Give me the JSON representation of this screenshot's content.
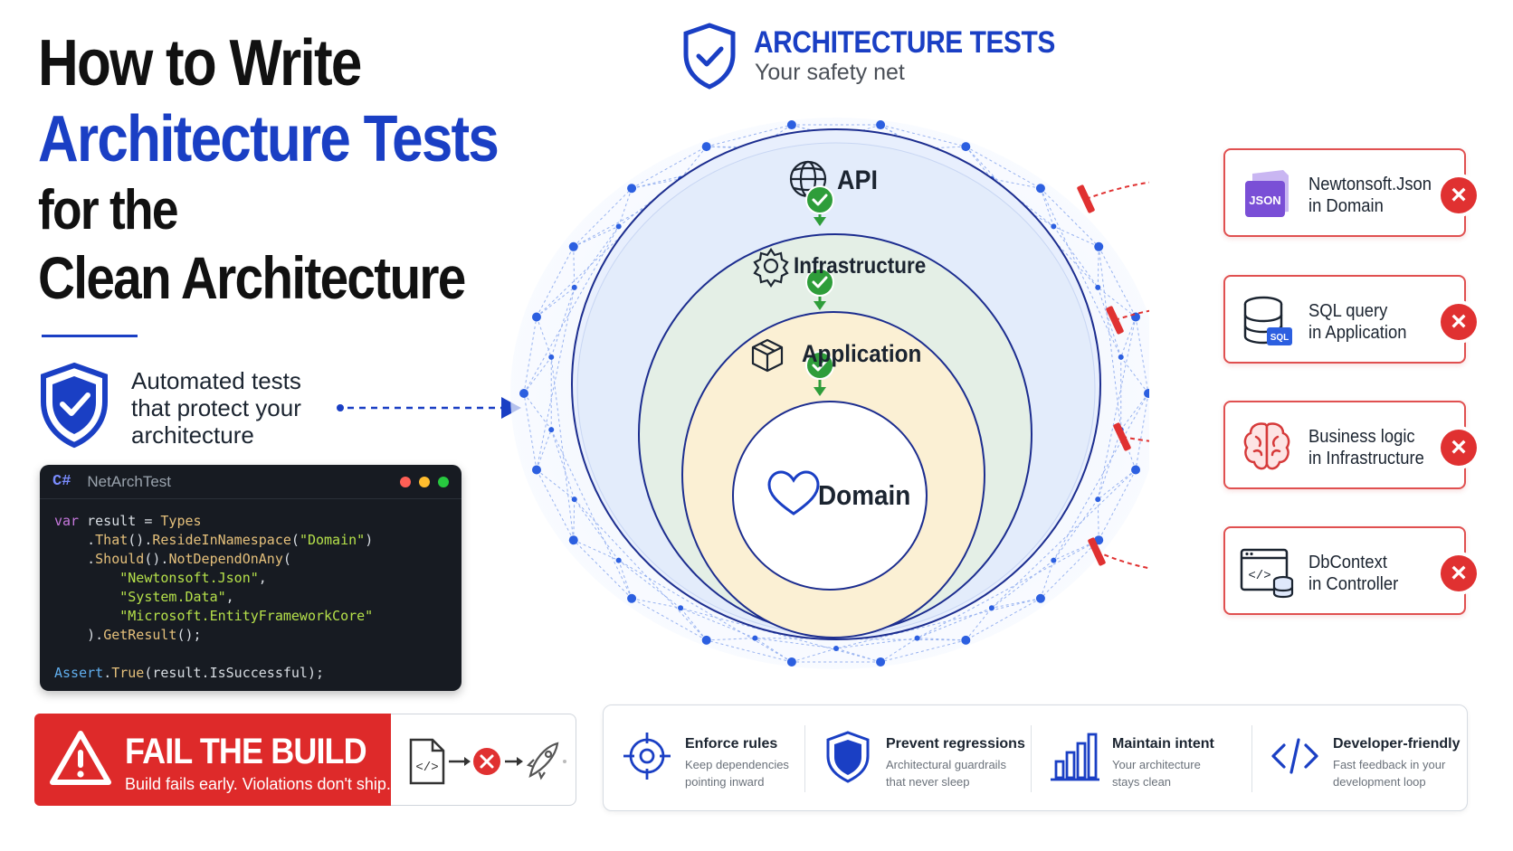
{
  "title": {
    "line1": "How to Write",
    "line2": "Architecture Tests",
    "line3": "for the",
    "line4": "Clean Architecture"
  },
  "intro": {
    "line1": "Automated tests",
    "line2": "that protect your",
    "line3": "architecture"
  },
  "code": {
    "language": "C#",
    "title": "NetArchTest",
    "lines": [
      {
        "parts": [
          {
            "c": "kw",
            "t": "var"
          },
          {
            "c": "",
            "t": " result = "
          },
          {
            "c": "fn",
            "t": "Types"
          }
        ]
      },
      {
        "parts": [
          {
            "c": "",
            "t": "    ."
          },
          {
            "c": "fn",
            "t": "That"
          },
          {
            "c": "",
            "t": "()."
          },
          {
            "c": "fn",
            "t": "ResideInNamespace"
          },
          {
            "c": "",
            "t": "("
          },
          {
            "c": "str",
            "t": "\"Domain\""
          },
          {
            "c": "",
            "t": ")"
          }
        ]
      },
      {
        "parts": [
          {
            "c": "",
            "t": "    ."
          },
          {
            "c": "fn",
            "t": "Should"
          },
          {
            "c": "",
            "t": "()."
          },
          {
            "c": "fn",
            "t": "NotDependOnAny"
          },
          {
            "c": "",
            "t": "("
          }
        ]
      },
      {
        "parts": [
          {
            "c": "",
            "t": "        "
          },
          {
            "c": "str",
            "t": "\"Newtonsoft.Json\""
          },
          {
            "c": "",
            "t": ","
          }
        ]
      },
      {
        "parts": [
          {
            "c": "",
            "t": "        "
          },
          {
            "c": "str",
            "t": "\"System.Data\""
          },
          {
            "c": "",
            "t": ","
          }
        ]
      },
      {
        "parts": [
          {
            "c": "",
            "t": "        "
          },
          {
            "c": "str",
            "t": "\"Microsoft.EntityFrameworkCore\""
          }
        ]
      },
      {
        "parts": [
          {
            "c": "",
            "t": "    )."
          },
          {
            "c": "fn",
            "t": "GetResult"
          },
          {
            "c": "",
            "t": "();"
          }
        ]
      },
      {
        "parts": [
          {
            "c": "",
            "t": ""
          }
        ]
      },
      {
        "parts": [
          {
            "c": "cls",
            "t": "Assert"
          },
          {
            "c": "",
            "t": "."
          },
          {
            "c": "fn",
            "t": "True"
          },
          {
            "c": "",
            "t": "(result.IsSuccessful);"
          }
        ]
      }
    ]
  },
  "fail": {
    "title": "FAIL THE BUILD",
    "subtitle": "Build fails early. Violations don't ship."
  },
  "header": {
    "title": "ARCHITECTURE TESTS",
    "subtitle": "Your safety net"
  },
  "layers": {
    "api": "API",
    "infrastructure": "Infrastructure",
    "application": "Application",
    "domain": "Domain"
  },
  "violations": [
    {
      "line1": "Newtonsoft.Json",
      "line2": "in Domain",
      "icon_text": "JSON"
    },
    {
      "line1": "SQL query",
      "line2": "in Application",
      "icon_text": "SQL"
    },
    {
      "line1": "Business logic",
      "line2": "in Infrastructure",
      "icon_text": ""
    },
    {
      "line1": "DbContext",
      "line2": "in Controller",
      "icon_text": "</>"
    }
  ],
  "benefits": [
    {
      "title": "Enforce rules",
      "desc1": "Keep dependencies",
      "desc2": "pointing inward"
    },
    {
      "title": "Prevent regressions",
      "desc1": "Architectural guardrails",
      "desc2": "that never sleep"
    },
    {
      "title": "Maintain intent",
      "desc1": "Your architecture",
      "desc2": "stays clean"
    },
    {
      "title": "Developer-friendly",
      "desc1": "Fast feedback in your",
      "desc2": "development loop"
    }
  ],
  "colors": {
    "brand_blue": "#1a3fc4",
    "fail_red": "#de2a2a",
    "check_green": "#2e9d3a",
    "api_ring": "#e3ecfb",
    "infra_ring": "#e4efe6",
    "app_ring": "#fbf0d4"
  }
}
